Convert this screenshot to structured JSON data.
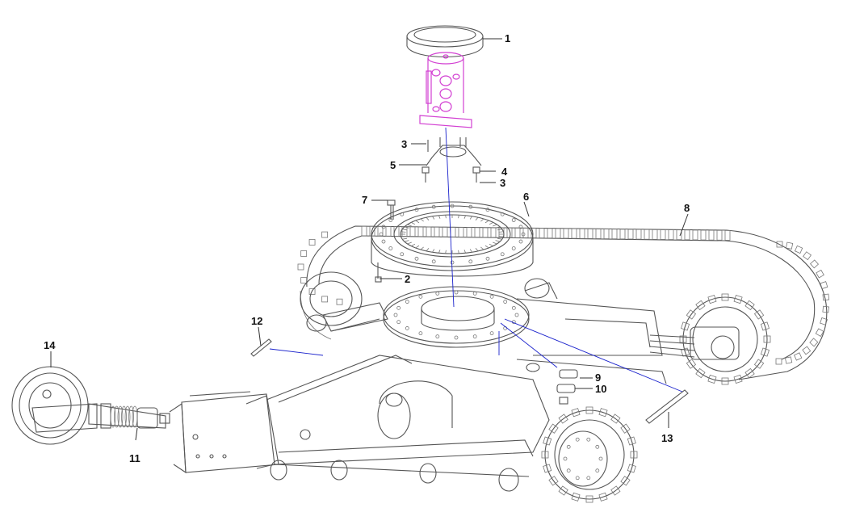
{
  "diagram": {
    "labels": [
      {
        "id": "p1",
        "text": "1"
      },
      {
        "id": "p2",
        "text": "2"
      },
      {
        "id": "p3a",
        "text": "3"
      },
      {
        "id": "p3b",
        "text": "3"
      },
      {
        "id": "p4",
        "text": "4"
      },
      {
        "id": "p5",
        "text": "5"
      },
      {
        "id": "p6",
        "text": "6"
      },
      {
        "id": "p7",
        "text": "7"
      },
      {
        "id": "p8",
        "text": "8"
      },
      {
        "id": "p9",
        "text": "9"
      },
      {
        "id": "p10",
        "text": "10"
      },
      {
        "id": "p11",
        "text": "11"
      },
      {
        "id": "p12",
        "text": "12"
      },
      {
        "id": "p13",
        "text": "13"
      },
      {
        "id": "p14",
        "text": "14"
      }
    ],
    "colors": {
      "background": "#ffffff",
      "linework": "#555555",
      "centerline": "#1a22cc",
      "highlight": "#d23fd2",
      "label": "#111111"
    }
  }
}
